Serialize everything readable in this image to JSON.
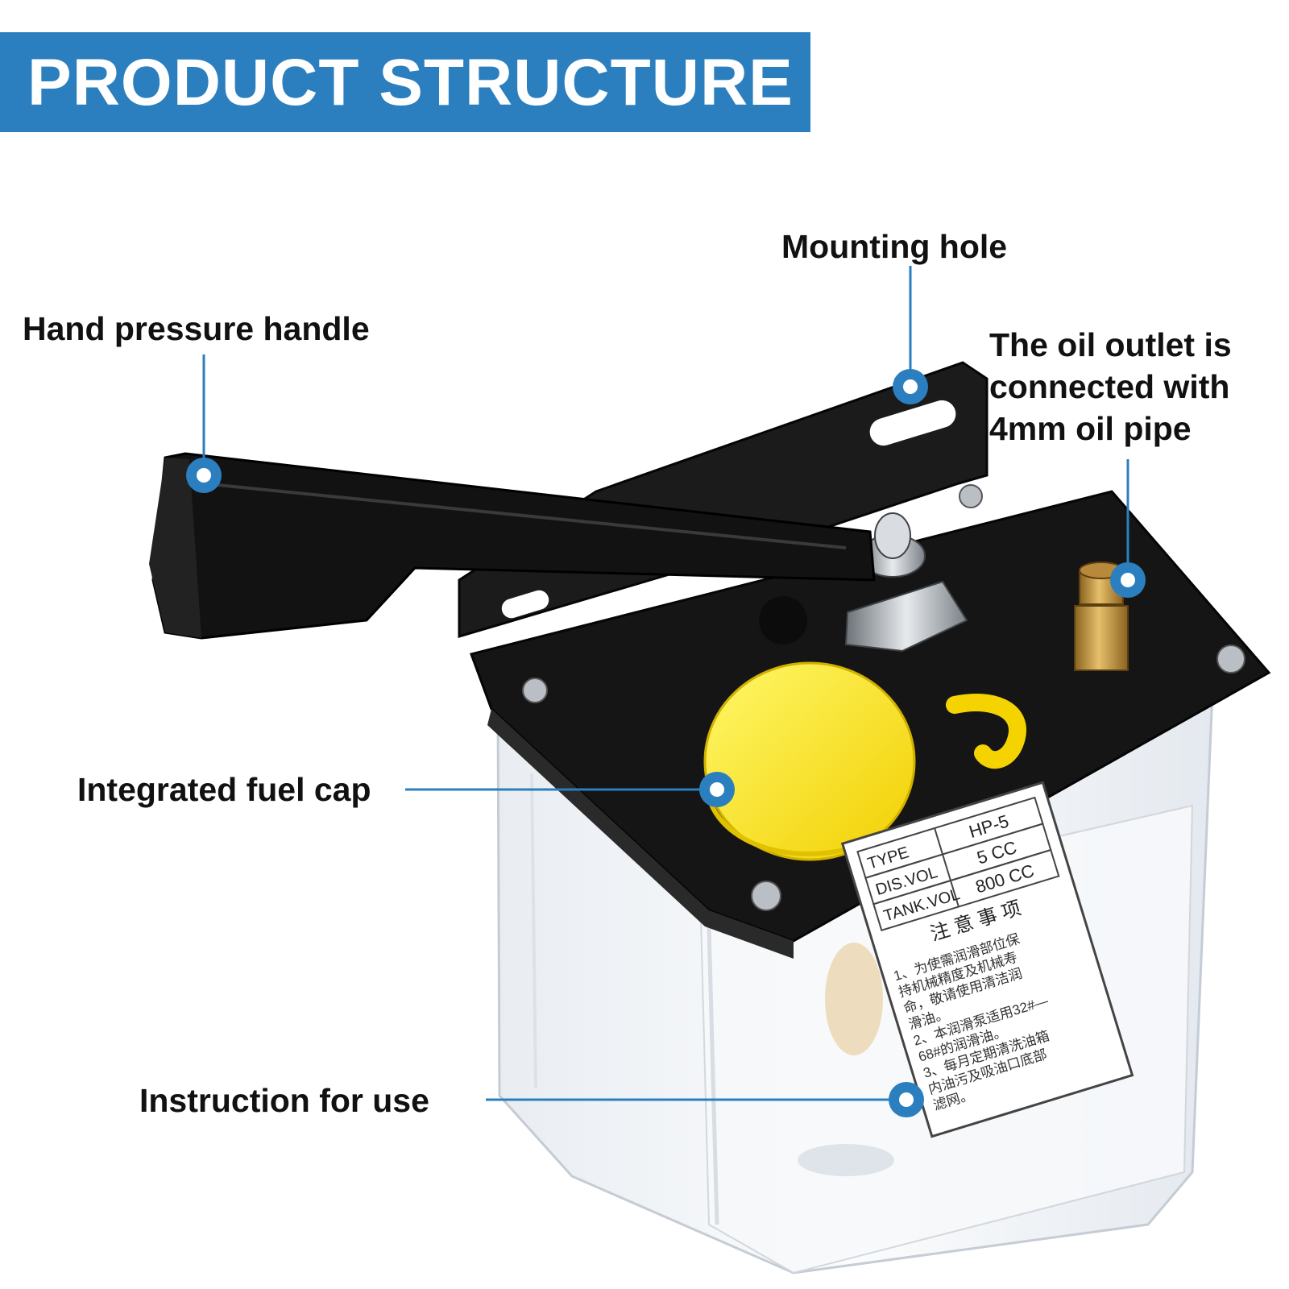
{
  "header": {
    "title": "PRODUCT STRUCTURE",
    "background_color": "#2b7fbf",
    "text_color": "#ffffff"
  },
  "callouts": {
    "mounting_hole": "Mounting hole",
    "hand_pressure_handle": "Hand pressure handle",
    "oil_outlet": [
      "The oil outlet is",
      "connected with",
      "4mm oil pipe"
    ],
    "integrated_fuel_cap": "Integrated fuel cap",
    "instruction_for_use": "Instruction for use"
  },
  "label_plate": {
    "rows": [
      {
        "key": "TYPE",
        "value": "HP-5"
      },
      {
        "key": "DIS.VOL",
        "value": "5 CC"
      },
      {
        "key": "TANK.VOL",
        "value": "800 CC"
      }
    ],
    "heading": "注 意 事 项",
    "notes": [
      "1、为使需润滑部位保",
      "持机械精度及机械寿",
      "命，敬请使用清洁润",
      "滑油。",
      "2、本润滑泵适用32#—",
      "68#的润滑油。",
      "3、每月定期清洗油箱",
      "内油污及吸油口底部",
      "滤网。"
    ]
  },
  "colors": {
    "leader_line": "#2b7fbf",
    "marker": "#2b7fbf",
    "plate_black": "#111111",
    "cap_yellow": "#ffe600",
    "brass": "#c99a3c"
  }
}
